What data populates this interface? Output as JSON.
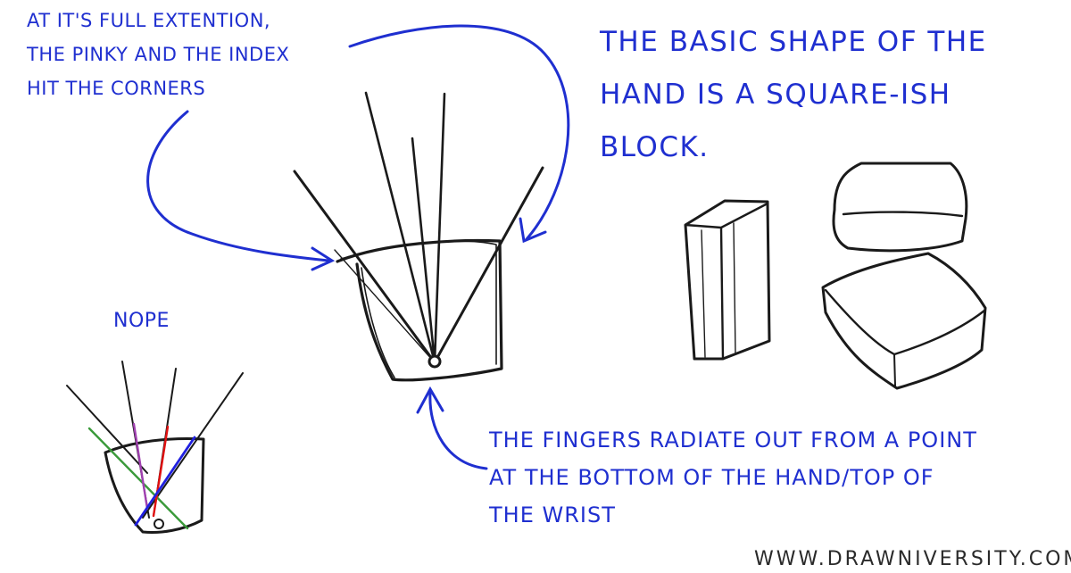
{
  "notes": {
    "corners": [
      "AT IT'S FULL EXTENTION,",
      "THE PINKY AND THE INDEX",
      "HIT THE CORNERS"
    ],
    "basic_shape": [
      "THE BASIC SHAPE OF THE",
      "HAND IS A SQUARE-ISH",
      "BLOCK."
    ],
    "nope": "NOPE",
    "radiate": [
      "THE FINGERS RADIATE OUT FROM A POINT",
      "AT THE BOTTOM OF THE HAND/TOP OF",
      "THE WRIST"
    ],
    "watermark": "WWW.DRAWNIVERSITY.COM"
  },
  "colors": {
    "annotation": "#1f2fd0",
    "ink": "#1a1a1a",
    "green": "#3a9a3a",
    "purple": "#a040b0",
    "red": "#e01010",
    "blue": "#2020e0"
  }
}
